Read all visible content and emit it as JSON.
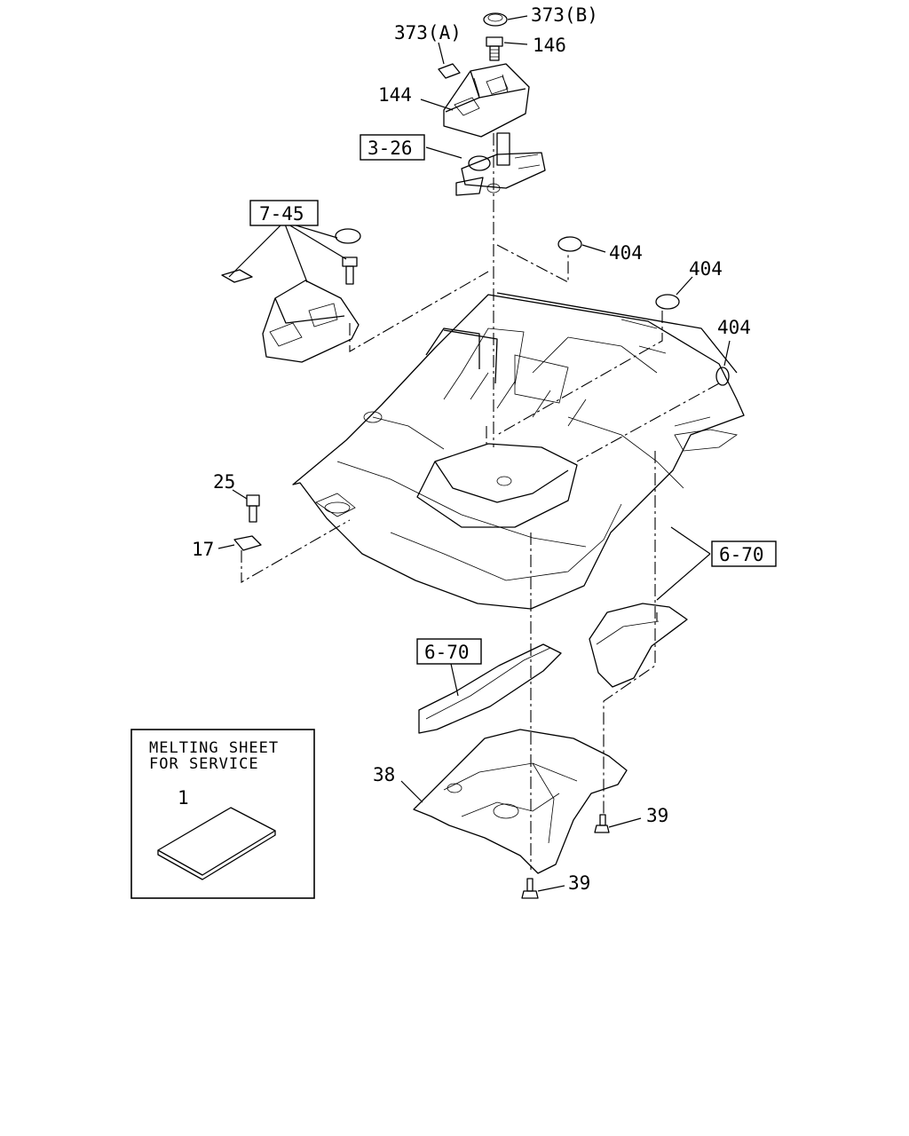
{
  "labels": {
    "p373b": "373(B)",
    "p373a": "373(A)",
    "p146": "146",
    "p144": "144",
    "ref326": "3-26",
    "ref745": "7-45",
    "p404a": "404",
    "p404b": "404",
    "p404c": "404",
    "p25": "25",
    "p17": "17",
    "ref670a": "6-70",
    "ref670b": "6-70",
    "p38": "38",
    "p39a": "39",
    "p39b": "39",
    "p1": "1"
  },
  "note": {
    "line1": "MELTING SHEET",
    "line2": "FOR SERVICE"
  }
}
